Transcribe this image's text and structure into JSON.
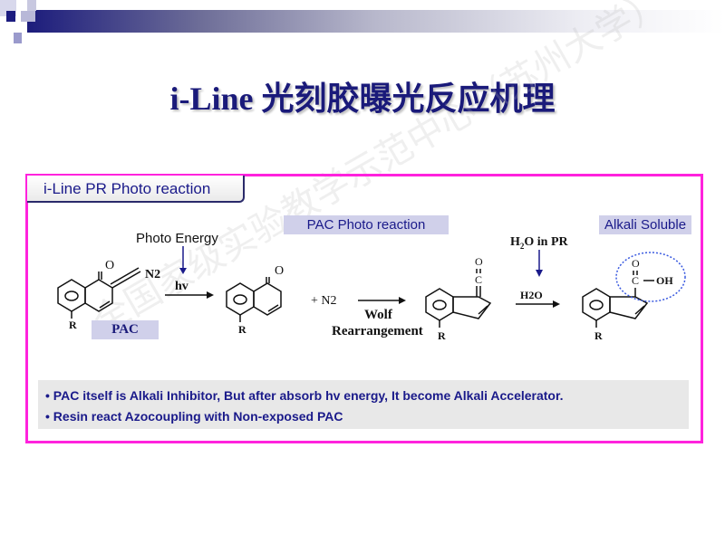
{
  "title": "i-Line 光刻胶曝光反应机理",
  "watermark": "全国家级实验教学示范中心（苏州大学）",
  "tab_label": "i-Line PR Photo reaction",
  "labels": {
    "pac_photo_reaction": "PAC Photo reaction",
    "alkali_soluble": "Alkali Soluble",
    "photo_energy": "Photo Energy",
    "h2o_in_pr": "H2O in PR",
    "pac": "PAC"
  },
  "reaction": {
    "n2": "N2",
    "hv": "hv",
    "plus_n2": "+ N2",
    "wolf": "Wolf",
    "rearrangement": "Rearrangement",
    "h2o": "H2O",
    "r": "R",
    "o": "O",
    "c": "C",
    "oh": "OH"
  },
  "bullets": [
    "PAC itself is Alkali Inhibitor, But after absorb hv energy, It become Alkali Accelerator.",
    "Resin react Azocoupling with Non-exposed PAC"
  ]
}
